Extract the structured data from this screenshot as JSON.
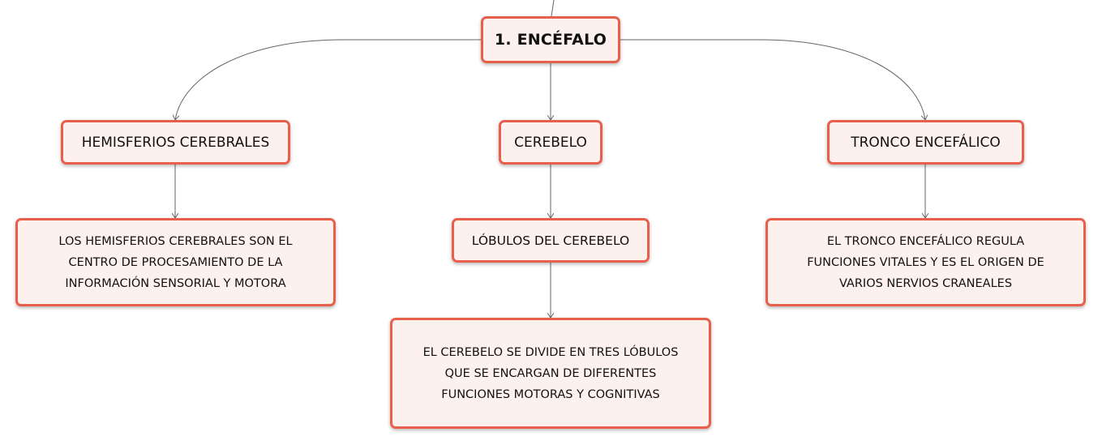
{
  "diagram": {
    "root": {
      "label": "1. ENCÉFALO"
    },
    "branches": [
      {
        "label": "HEMISFERIOS CEREBRALES",
        "description": "LOS HEMISFERIOS CEREBRALES SON EL\nCENTRO DE PROCESAMIENTO DE LA\nINFORMACIÓN SENSORIAL Y MOTORA"
      },
      {
        "label": "CEREBELO",
        "sub": "LÓBULOS DEL CEREBELO",
        "description": "EL CEREBELO SE DIVIDE EN TRES LÓBULOS\nQUE SE ENCARGAN DE DIFERENTES\nFUNCIONES MOTORAS Y COGNITIVAS"
      },
      {
        "label": "TRONCO ENCEFÁLICO",
        "description": "EL TRONCO ENCEFÁLICO REGULA\nFUNCIONES VITALES Y ES EL ORIGEN DE\nVARIOS NERVIOS CRANEALES"
      }
    ]
  },
  "colors": {
    "node_border": "#e8604c",
    "node_fill": "#fdf1ee",
    "connector": "#666666"
  }
}
